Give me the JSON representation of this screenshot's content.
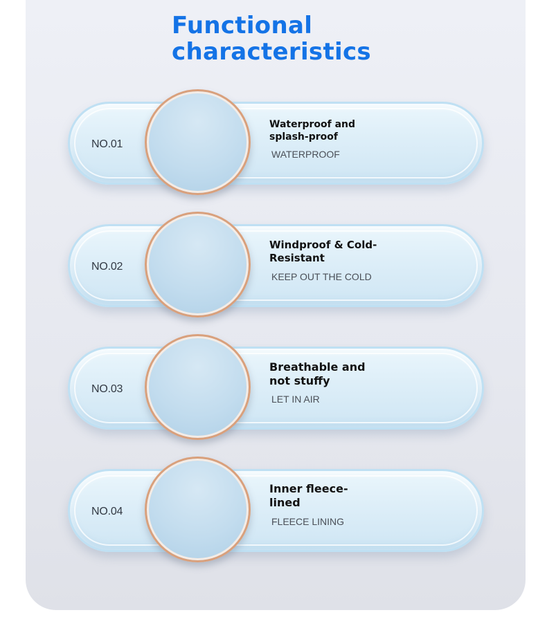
{
  "header": {
    "title_line1": "Functional",
    "title_line2": "characteristics"
  },
  "features": [
    {
      "number": "NO.01",
      "title": "Waterproof and splash-proof",
      "subtitle": "WATERPROOF"
    },
    {
      "number": "NO.02",
      "title": "Windproof & Cold-Resistant",
      "subtitle": "KEEP OUT THE COLD"
    },
    {
      "number": "NO.03",
      "title": "Breathable and not stuffy",
      "subtitle": "LET IN AIR"
    },
    {
      "number": "NO.04",
      "title": "Inner fleece-lined",
      "subtitle": "FLEECE LINING"
    }
  ],
  "colors": {
    "title": "#1473e6",
    "ring": "#d9a07c",
    "card_border": "#bfe0f3"
  }
}
